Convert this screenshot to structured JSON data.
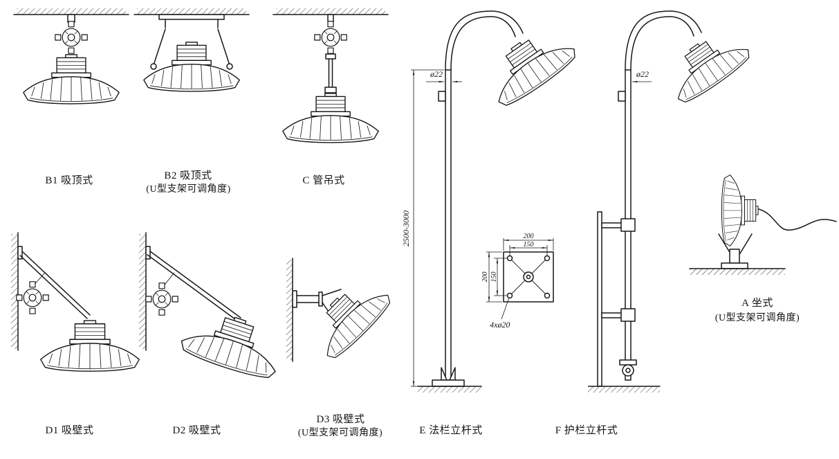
{
  "diagram": {
    "background": "#ffffff",
    "line_color": "#161616"
  },
  "figures": {
    "b1": {
      "label": "B1 吸顶式"
    },
    "b2": {
      "label": "B2 吸顶式",
      "sublabel": "(U型支架可调角度)"
    },
    "c": {
      "label": "C 管吊式"
    },
    "d1": {
      "label": "D1 吸壁式"
    },
    "d2": {
      "label": "D2 吸壁式"
    },
    "d3": {
      "label": "D3 吸壁式",
      "sublabel": "(U型支架可调角度)"
    },
    "e": {
      "label": "E 法栏立杆式"
    },
    "f": {
      "label": "F 护栏立杆式"
    },
    "a": {
      "label": "A 坐式",
      "sublabel": "(U型支架可调角度)"
    }
  },
  "dimensions": {
    "pole_diameter": "ø22",
    "pole_height_range": "2500-3000",
    "flange_width_outer": "200",
    "flange_bolt_spacing_x": "150",
    "flange_height_outer": "200",
    "flange_bolt_spacing_y": "150",
    "flange_bolt_holes": "4xø20"
  }
}
